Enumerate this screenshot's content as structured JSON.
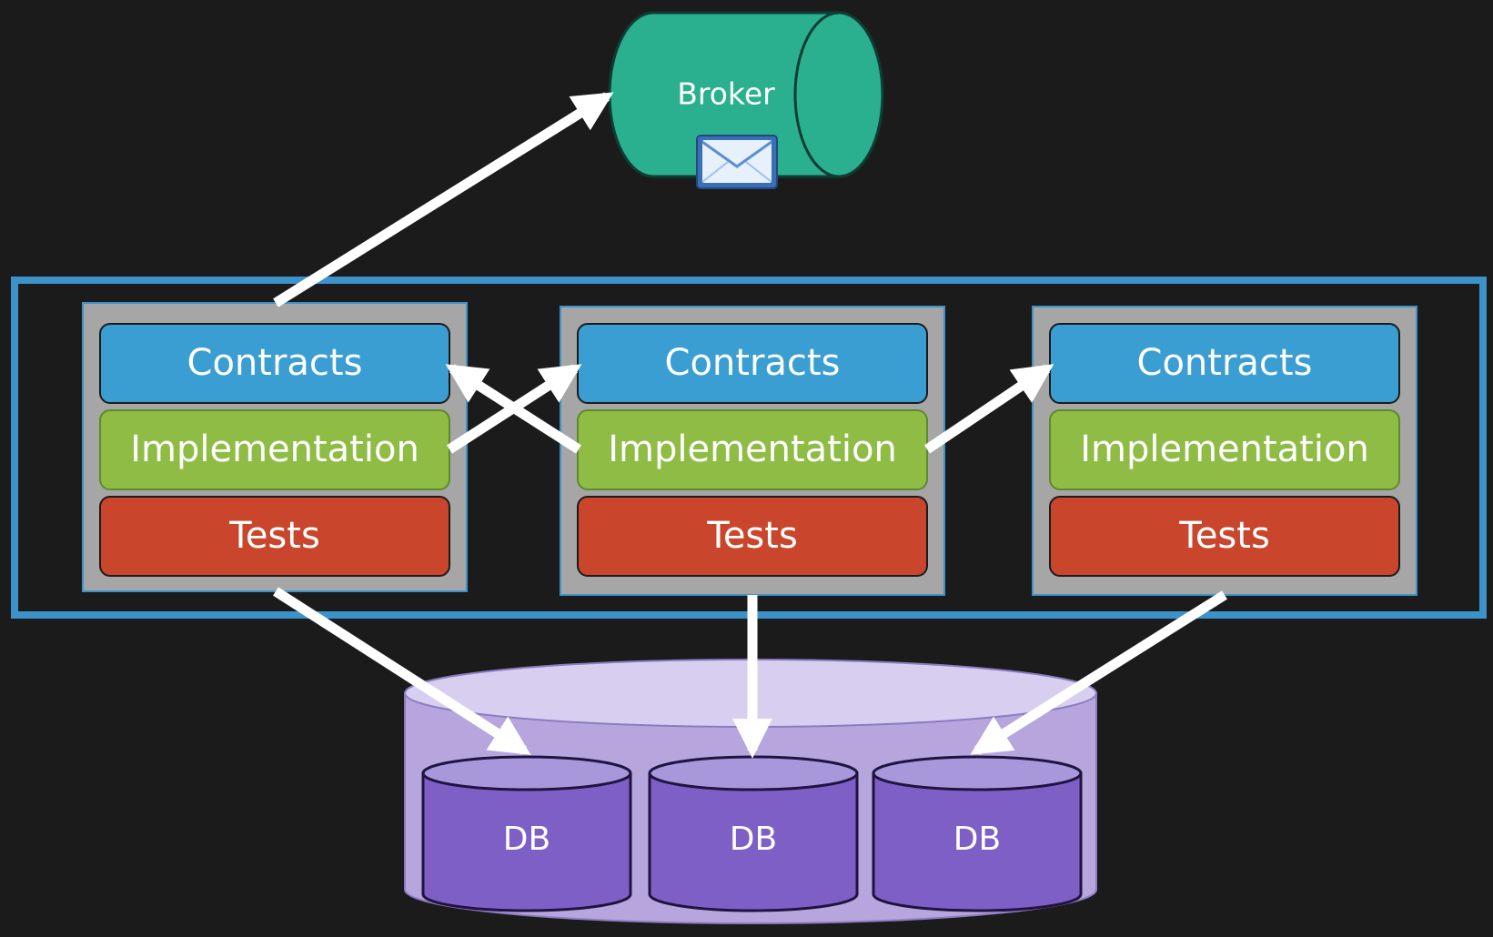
{
  "broker": {
    "label": "Broker",
    "icon": "envelope-icon"
  },
  "modules": [
    {
      "contracts": "Contracts",
      "implementation": "Implementation",
      "tests": "Tests"
    },
    {
      "contracts": "Contracts",
      "implementation": "Implementation",
      "tests": "Tests"
    },
    {
      "contracts": "Contracts",
      "implementation": "Implementation",
      "tests": "Tests"
    }
  ],
  "databases": [
    {
      "label": "DB"
    },
    {
      "label": "DB"
    },
    {
      "label": "DB"
    }
  ],
  "colors": {
    "background": "#1b1b1b",
    "broker": "#2ab08f",
    "monolith_border": "#3b93c9",
    "module_frame": "#a6a6a6",
    "contracts": "#3b9ed3",
    "implementation": "#8fbc45",
    "tests": "#c9462c",
    "db_container": "#b7a6de",
    "db": "#7e5fc6",
    "arrow": "#ffffff"
  }
}
